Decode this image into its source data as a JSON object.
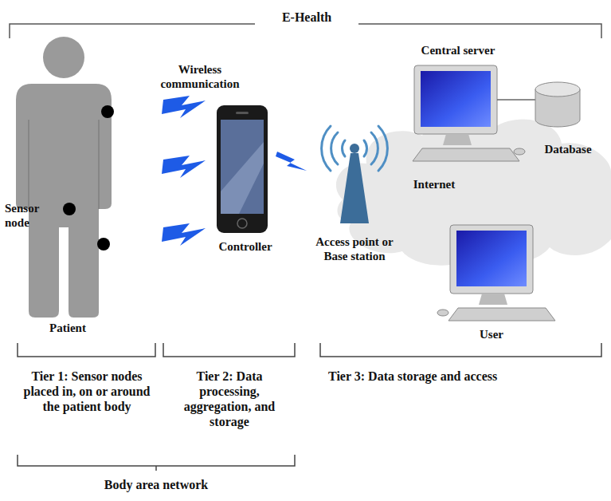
{
  "diagram": {
    "title": "E-Health",
    "labels": [
      "Wireless communication",
      "Central server",
      "Database",
      "Internet",
      "Sensor node",
      "Controller",
      "Access point or Base station",
      "Patient",
      "User",
      "Tier 1: Sensor nodes placed in, on or around the patient body",
      "Tier 2: Data processing, aggregation, and storage",
      "Tier 3: Data storage and access",
      "Body area network"
    ]
  }
}
